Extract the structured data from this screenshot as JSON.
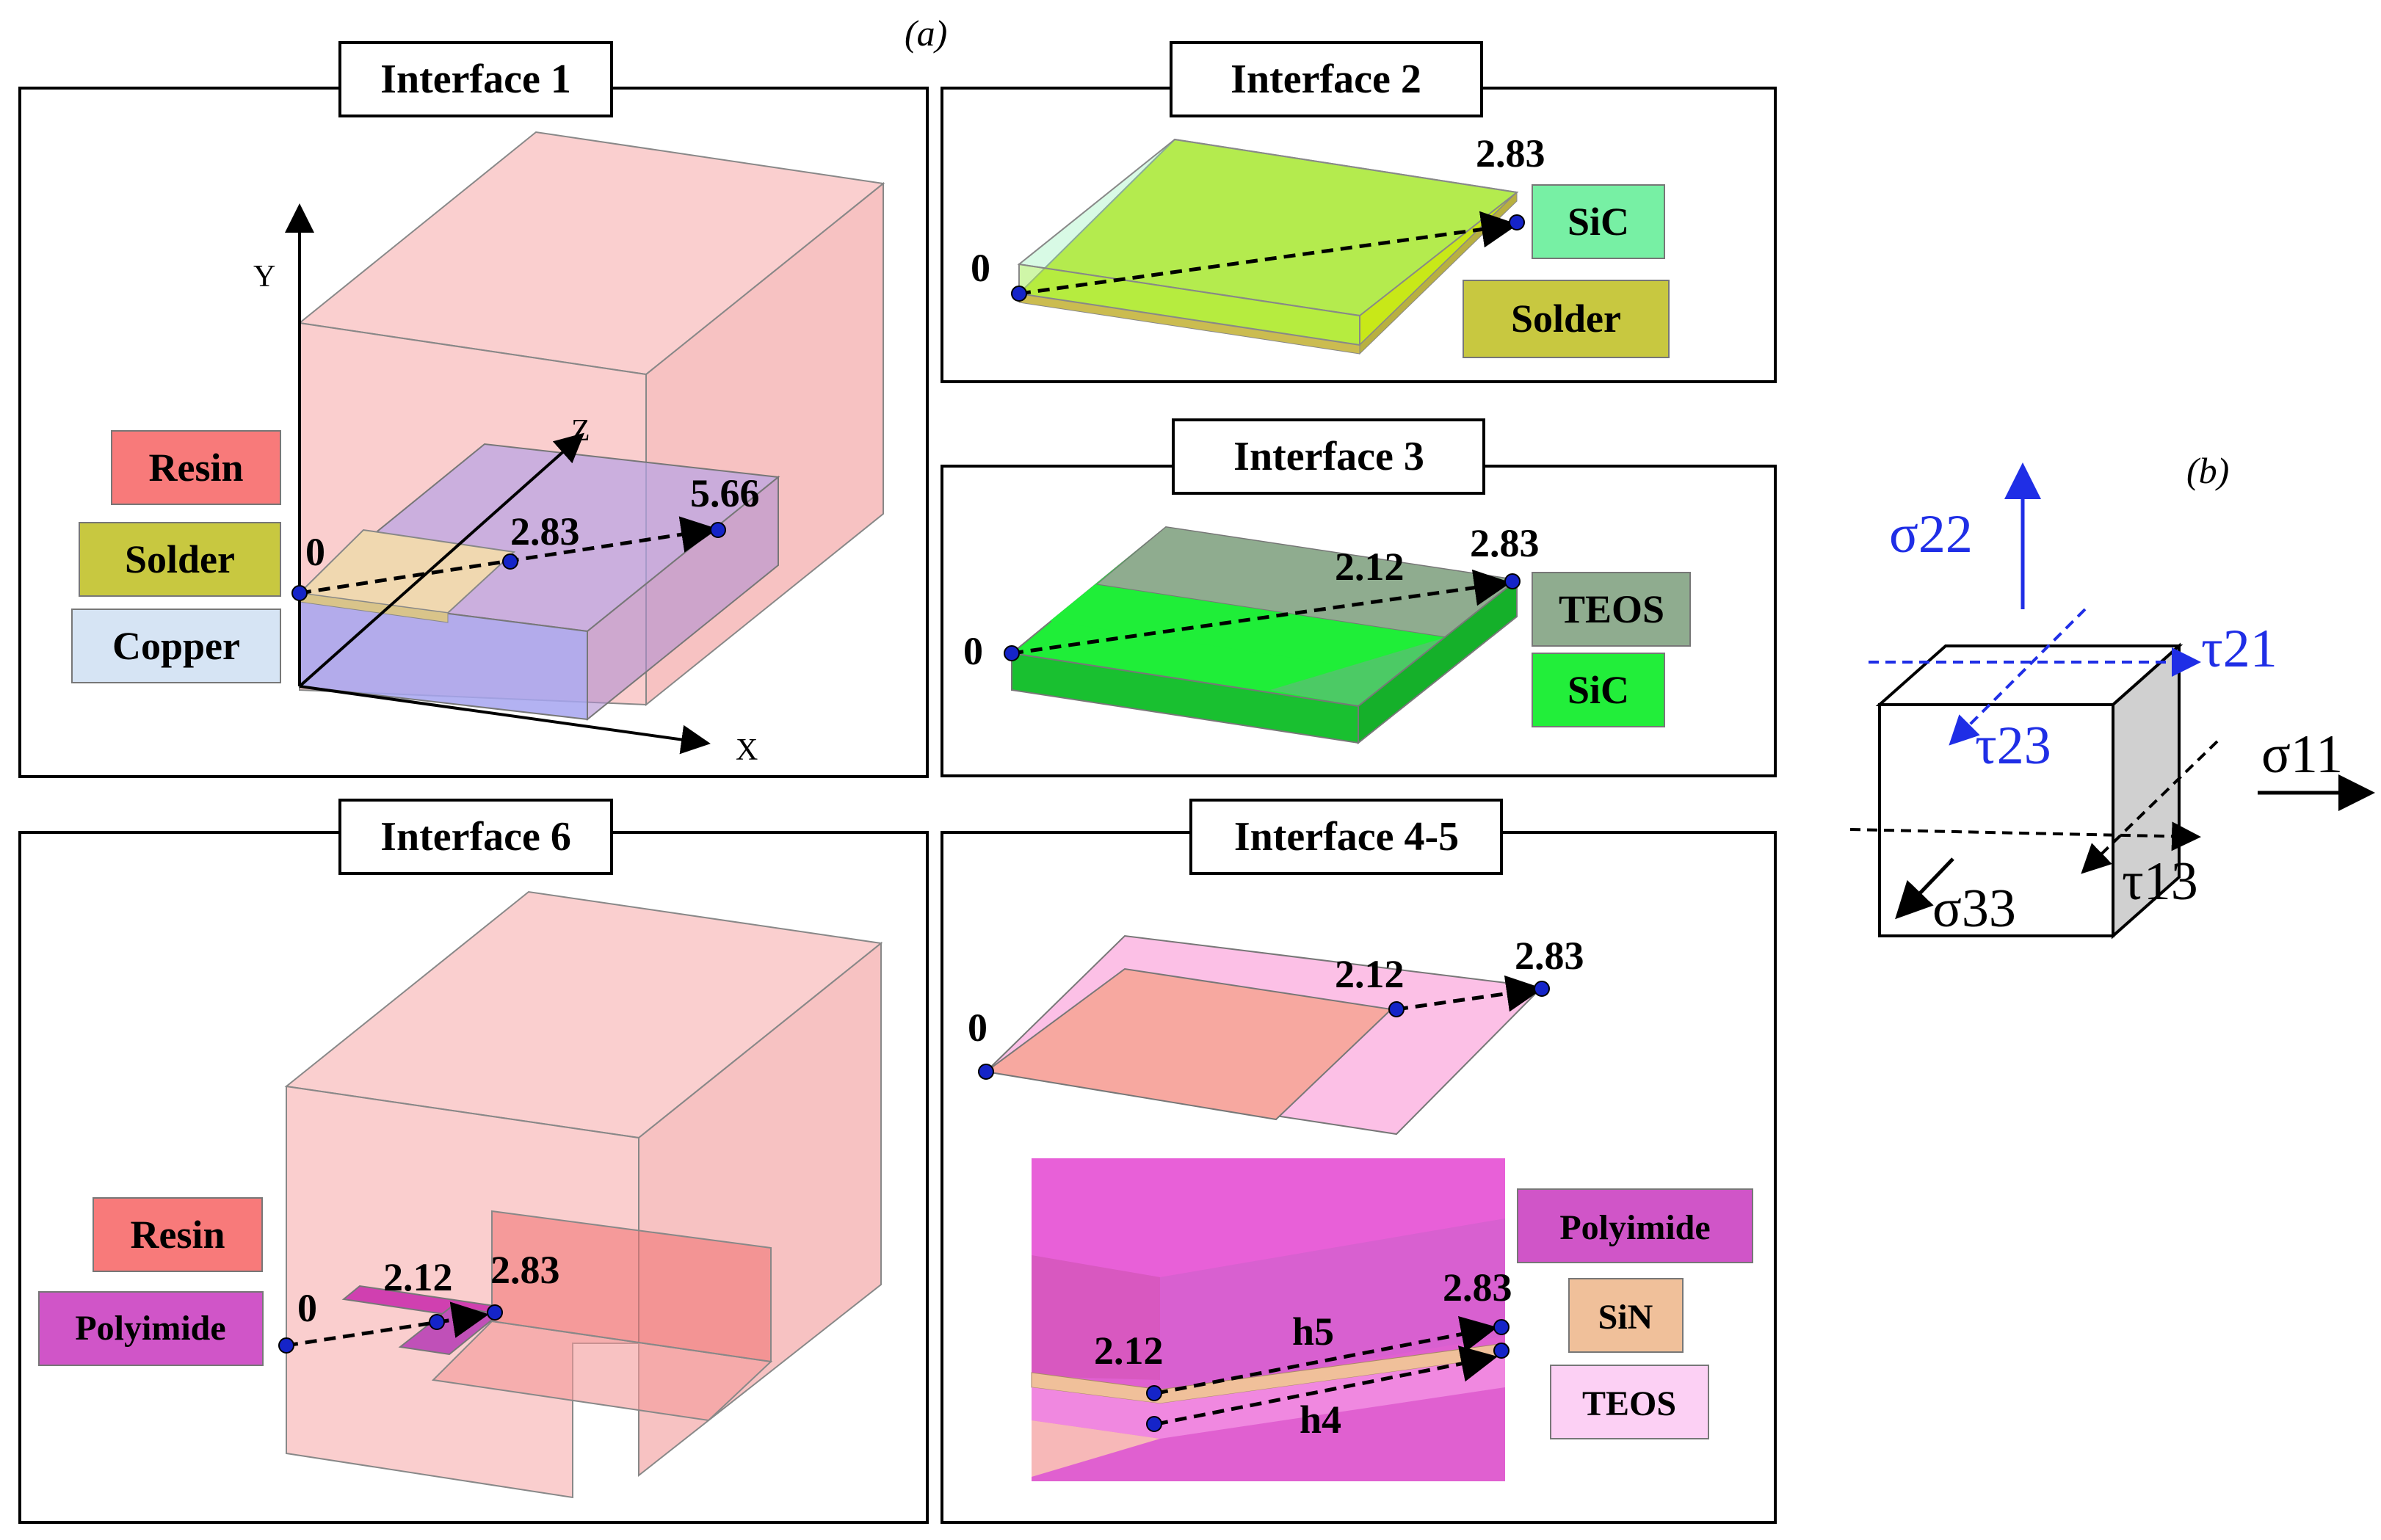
{
  "figure_tags": {
    "a": "(a)",
    "b": "(b)"
  },
  "panels": {
    "interface1": {
      "title": "Interface 1",
      "values": [
        "0",
        "2.83",
        "5.66"
      ],
      "legend": [
        "Resin",
        "Solder",
        "Copper"
      ],
      "axes": {
        "x": "X",
        "y": "Y",
        "z": "Z"
      }
    },
    "interface2": {
      "title": "Interface 2",
      "values": [
        "0",
        "2.83"
      ],
      "legend": [
        "SiC",
        "Solder"
      ]
    },
    "interface3": {
      "title": "Interface 3",
      "values": [
        "0",
        "2.12",
        "2.83"
      ],
      "legend": [
        "TEOS",
        "SiC"
      ]
    },
    "interface6": {
      "title": "Interface 6",
      "values": [
        "0",
        "2.12",
        "2.83"
      ],
      "legend": [
        "Resin",
        "Polyimide"
      ]
    },
    "interface45": {
      "title": "Interface 4-5",
      "values_top": [
        "0",
        "2.12",
        "2.83"
      ],
      "values_bottom": [
        "2.12",
        "2.83"
      ],
      "paths": [
        "h5",
        "h4"
      ],
      "legend": [
        "Polyimide",
        "SiN",
        "TEOS"
      ]
    }
  },
  "stress": {
    "s22": "σ22",
    "t21": "τ21",
    "t23": "τ23",
    "s11": "σ11",
    "s33": "σ33",
    "t13": "τ13"
  },
  "colors": {
    "resin": "#f88a8a",
    "solder": "#c8c840",
    "copper": "#d6e4f4",
    "sic_green": "#77f0a4",
    "sic_bright": "#22ee3a",
    "teos_gray": "#8fac8f",
    "polyimide": "#d055c8",
    "sin": "#f0c09a",
    "teos_pink": "#fcd0f4",
    "marker": "#1524c8",
    "stress_blue": "#1f2ee6"
  }
}
